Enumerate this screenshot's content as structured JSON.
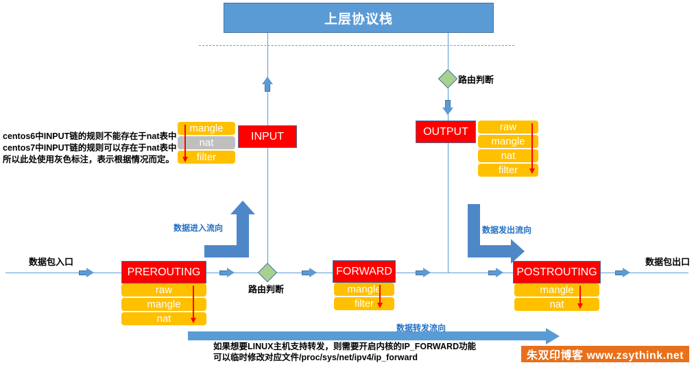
{
  "diagram": {
    "title": "上层协议栈",
    "entry_label": "数据包入口",
    "exit_label": "数据包出口",
    "routing_label_bottom": "路由判断",
    "routing_label_top": "路由判断",
    "inbound_flow_label": "数据进入流向",
    "outbound_flow_label": "数据发出流向",
    "forward_flow_label": "数据转发流向"
  },
  "note_input": {
    "line1": "centos6中INPUT链的规则不能存在于nat表中",
    "line2": "centos7中INPUT链的规则可以存在于nat表中",
    "line3": "所以此处使用灰色标注，表示根据情况而定。"
  },
  "note_forward": {
    "line1": "如果想要LINUX主机支持转发，则需要开启内核的IP_FORWARD功能",
    "line2": "可以临时修改对应文件/proc/sys/net/ipv4/ip_forward"
  },
  "chains": {
    "input": {
      "name": "INPUT",
      "tables": [
        {
          "label": "mangle",
          "style": "orange"
        },
        {
          "label": "nat",
          "style": "gray"
        },
        {
          "label": "filter",
          "style": "orange"
        }
      ]
    },
    "output": {
      "name": "OUTPUT",
      "tables": [
        {
          "label": "raw",
          "style": "orange"
        },
        {
          "label": "mangle",
          "style": "orange"
        },
        {
          "label": "nat",
          "style": "orange"
        },
        {
          "label": "filter",
          "style": "orange"
        }
      ]
    },
    "prerouting": {
      "name": "PREROUTING",
      "tables": [
        {
          "label": "raw",
          "style": "orange"
        },
        {
          "label": "mangle",
          "style": "orange"
        },
        {
          "label": "nat",
          "style": "orange"
        }
      ]
    },
    "forward": {
      "name": "FORWARD",
      "tables": [
        {
          "label": "mangle",
          "style": "orange"
        },
        {
          "label": "filter",
          "style": "orange"
        }
      ]
    },
    "postrouting": {
      "name": "POSTROUTING",
      "tables": [
        {
          "label": "mangle",
          "style": "orange"
        },
        {
          "label": "nat",
          "style": "orange"
        }
      ]
    }
  },
  "watermark": {
    "text": "朱双印博客 www.zsythink.net"
  },
  "colors": {
    "chain": "#FF0000",
    "table": "#FFC000",
    "table_conditional": "#BFBFBF",
    "flow": "#5B9BD5",
    "decision": "#A9D18E",
    "watermark_bg": "#E8701A"
  }
}
